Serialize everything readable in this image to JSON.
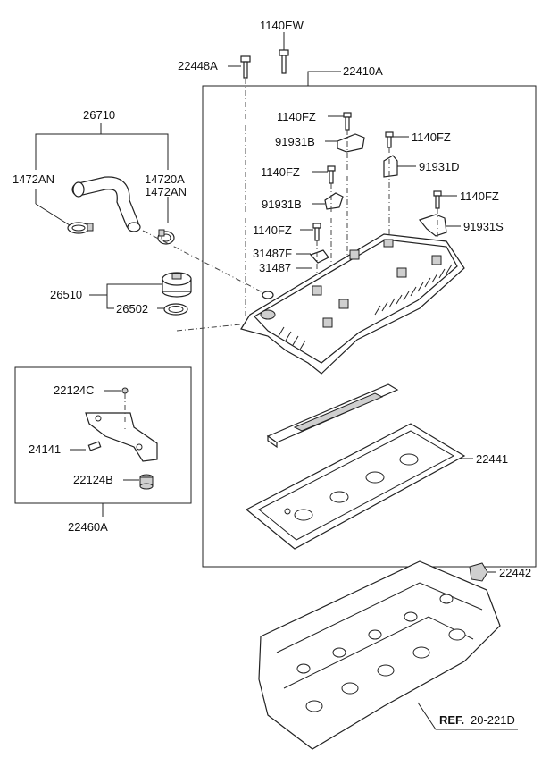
{
  "labels": {
    "l_1140EW": "1140EW",
    "l_22448A": "22448A",
    "l_22410A": "22410A",
    "l_26710": "26710",
    "l_1472AN_left": "1472AN",
    "l_14720A": "14720A",
    "l_1472AN_right": "1472AN",
    "l_1140FZ_1": "1140FZ",
    "l_91931B_1": "91931B",
    "l_1140FZ_2": "1140FZ",
    "l_91931D": "91931D",
    "l_1140FZ_3": "1140FZ",
    "l_91931B_2": "91931B",
    "l_1140FZ_4": "1140FZ",
    "l_91931S": "91931S",
    "l_1140FZ_5": "1140FZ",
    "l_31487F": "31487F",
    "l_31487": "31487",
    "l_26510": "26510",
    "l_26502": "26502",
    "l_22124C": "22124C",
    "l_24141": "24141",
    "l_22124B": "22124B",
    "l_22460A": "22460A",
    "l_22441": "22441",
    "l_22442": "22442",
    "ref_prefix": "REF.",
    "ref_code": "20-221D"
  }
}
